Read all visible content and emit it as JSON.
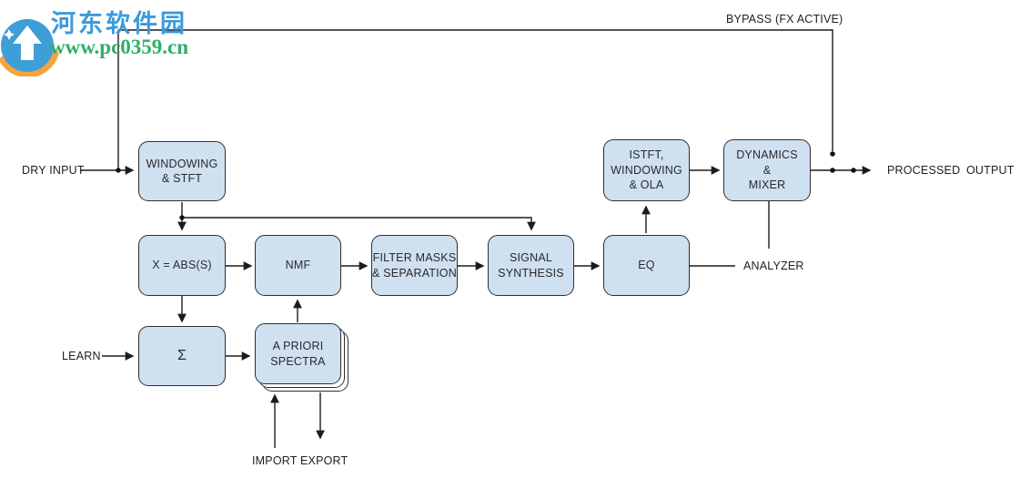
{
  "watermark": {
    "site_name": "河东软件园",
    "site_url": "www.pc0359.cn",
    "brand_blue": "#3b9ada",
    "brand_green": "#2fae68",
    "logo_orange": "#f6a43a"
  },
  "diagram": {
    "colors": {
      "box_fill": "#cfe0f1",
      "box_border": "#2f2f2f",
      "line": "#1c1c1c"
    },
    "nodes": {
      "windowing_stft": "WINDOWING\n& STFT",
      "x_abs": "X = ABS(S)",
      "nmf": "NMF",
      "filter_masks": "FILTER MASKS\n& SEPARATION",
      "signal_synthesis": "SIGNAL\nSYNTHESIS",
      "eq": "EQ",
      "istft": "ISTFT,\nWINDOWING\n& OLA",
      "dynamics": "DYNAMICS\n&\nMIXER",
      "sigma": "Σ",
      "apriori": "A PRIORI\nSPECTRA"
    },
    "labels": {
      "dry_input": "DRY INPUT",
      "bypass": "BYPASS (FX ACTIVE)",
      "processed_output": "PROCESSED OUTPUT",
      "analyzer": "ANALYZER",
      "learn": "LEARN",
      "import": "IMPORT",
      "export": "EXPORT"
    }
  }
}
